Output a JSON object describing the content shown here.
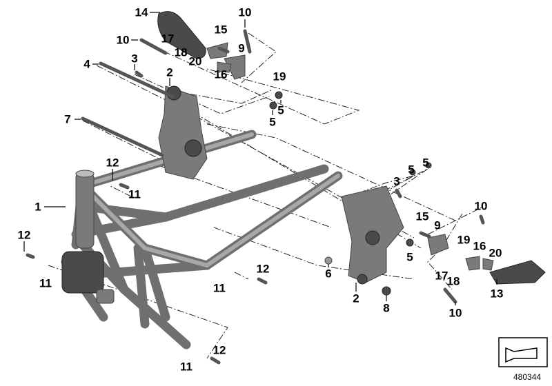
{
  "diagram": {
    "reference_number": "480344",
    "callouts": {
      "c14": "14",
      "c10a": "10",
      "c15a": "15",
      "c17a": "17",
      "c10b": "10",
      "c9a": "9",
      "c18a": "18",
      "c20a": "20",
      "c4": "4",
      "c3a": "3",
      "c16a": "16",
      "c19a": "19",
      "c2a": "2",
      "c5a": "5",
      "c5b": "5",
      "c7": "7",
      "c12a": "12",
      "c11a": "11",
      "c1": "1",
      "c12b": "12",
      "c11b": "11",
      "c12c": "12",
      "c11c": "11",
      "c6": "6",
      "c2b": "2",
      "c8": "8",
      "c3b": "3",
      "c5c": "5",
      "c5d": "5",
      "c15b": "15",
      "c10c": "10",
      "c9b": "9",
      "c5e": "5",
      "c19b": "19",
      "c16b": "16",
      "c20b": "20",
      "c17b": "17",
      "c18b": "18",
      "c13": "13",
      "c10d": "10",
      "c12d": "12",
      "c11d": "11"
    }
  }
}
